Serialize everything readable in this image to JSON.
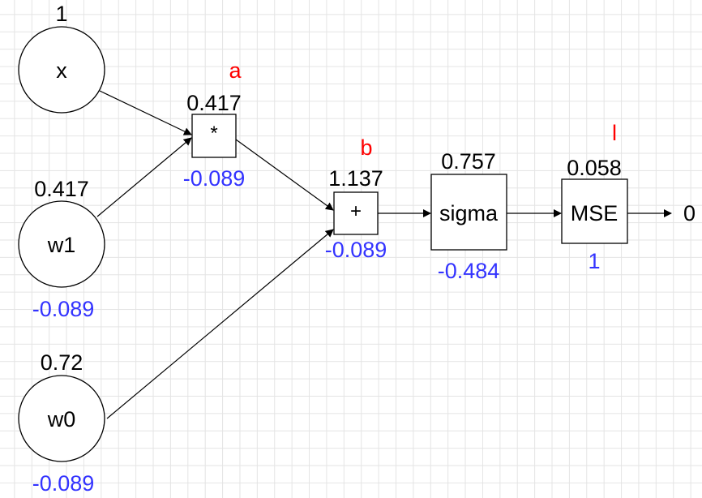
{
  "colors": {
    "value": "#000000",
    "gradient": "#3333ff",
    "tag": "#ff0000",
    "grid": "#e4e4e4"
  },
  "nodes": {
    "x": {
      "label": "x",
      "value": "1"
    },
    "w1": {
      "label": "w1",
      "value": "0.417",
      "grad": "-0.089"
    },
    "w0": {
      "label": "w0",
      "value": "0.72",
      "grad": "-0.089"
    },
    "mul": {
      "label": "*",
      "value": "0.417",
      "grad": "-0.089",
      "tag": "a"
    },
    "add": {
      "label": "+",
      "value": "1.137",
      "grad": "-0.089",
      "tag": "b"
    },
    "sigma": {
      "label": "sigma",
      "value": "0.757",
      "grad": "-0.484"
    },
    "mse": {
      "label": "MSE",
      "value": "0.058",
      "grad": "1",
      "tag": "l"
    }
  },
  "target": {
    "value": "0"
  },
  "edges": [
    {
      "from": "x",
      "to": "mul"
    },
    {
      "from": "w1",
      "to": "mul"
    },
    {
      "from": "mul",
      "to": "add"
    },
    {
      "from": "w0",
      "to": "add"
    },
    {
      "from": "add",
      "to": "sigma"
    },
    {
      "from": "sigma",
      "to": "mse"
    },
    {
      "from": "mse",
      "to": "target"
    }
  ]
}
